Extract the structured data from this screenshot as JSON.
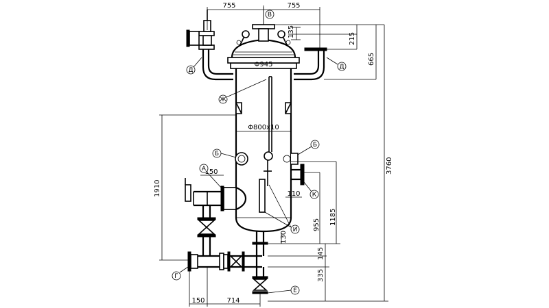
{
  "dimensions": {
    "top_left_width": "755",
    "top_right_width": "755",
    "top_flange": "135",
    "right_nozzle_drop": "215",
    "right_nozzle_total": "665",
    "overall_height": "3760",
    "lid_diameter": "Φ945",
    "shell_diameter": "Φ800x10",
    "left_height": "1910",
    "inlet_offset": "150",
    "right_side_offset": "110",
    "right_height_1185": "1185",
    "right_height_955": "955",
    "bottom_flange": "130",
    "bottom_145": "145",
    "bottom_335": "335",
    "bottom_left_150": "150",
    "bottom_left_714": "714"
  },
  "labels": {
    "A": "А",
    "B": "Б",
    "V": "В",
    "G": "Г",
    "D": "Д",
    "E": "Е",
    "Zh": "Ж",
    "I": "И",
    "K": "К"
  }
}
